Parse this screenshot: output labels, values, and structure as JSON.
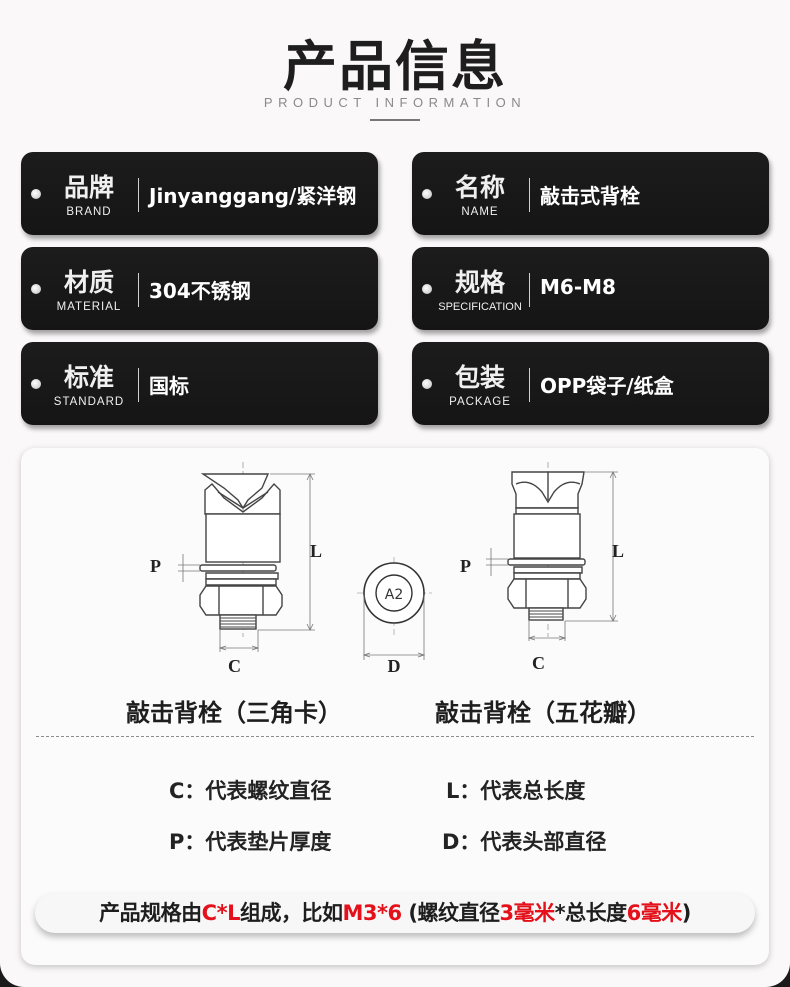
{
  "header": {
    "title": "产品信息",
    "subtitle": "PRODUCT INFORMATION"
  },
  "specs": [
    {
      "label_cn": "品牌",
      "label_en": "BRAND",
      "value": "Jinyanggang/紧洋钢"
    },
    {
      "label_cn": "名称",
      "label_en": "NAME",
      "value": "敲击式背栓"
    },
    {
      "label_cn": "材质",
      "label_en": "MATERIAL",
      "value": "304不锈钢"
    },
    {
      "label_cn": "规格",
      "label_en": "SPECIFICATION",
      "value": "M6-M8"
    },
    {
      "label_cn": "标准",
      "label_en": "STANDARD",
      "value": "国标"
    },
    {
      "label_cn": "包装",
      "label_en": "PACKAGE",
      "value": "OPP袋子/纸盒"
    }
  ],
  "diagram": {
    "bolt_left": {
      "caption": "敲击背栓（三角卡）",
      "dim_p": "P",
      "dim_l": "L",
      "dim_c": "C"
    },
    "head": {
      "marking": "A2",
      "dim_d": "D"
    },
    "bolt_right": {
      "caption": "敲击背栓（五花瓣）",
      "dim_p": "P",
      "dim_l": "L",
      "dim_c": "C"
    }
  },
  "legend": [
    {
      "key": "C",
      "text": "C：代表螺纹直径"
    },
    {
      "key": "L",
      "text": "L：代表总长度"
    },
    {
      "key": "P",
      "text": "P：代表垫片厚度"
    },
    {
      "key": "D",
      "text": "D：代表头部直径"
    }
  ],
  "note": {
    "p1": "产品规格由",
    "r1": "C*L",
    "p2": "组成，比如",
    "r2": "M3*6",
    "p3": " (螺纹直径",
    "r3": "3毫米",
    "p4": "*总长度",
    "r4": "6毫米",
    "p5": ")"
  },
  "colors": {
    "accent_red": "#e4101a",
    "tag_bg": "#1a1a1a",
    "page_bg": "#faf8f9"
  }
}
